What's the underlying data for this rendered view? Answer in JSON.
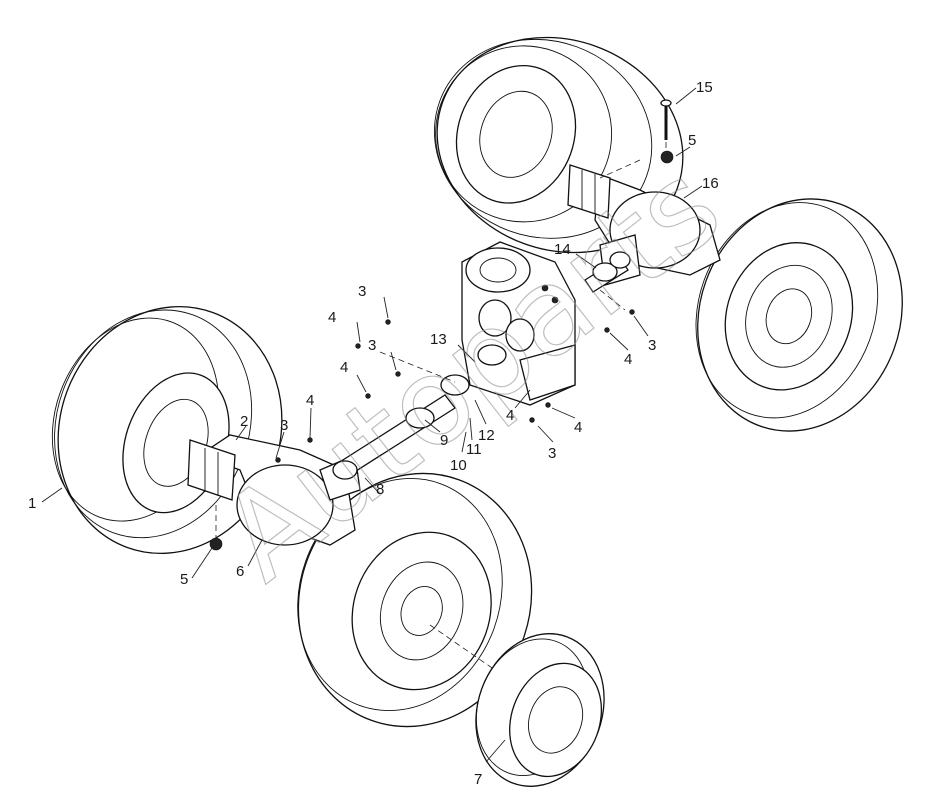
{
  "callouts": [
    {
      "id": "1",
      "text": "1"
    },
    {
      "id": "2",
      "text": "2"
    },
    {
      "id": "3a",
      "text": "3"
    },
    {
      "id": "3b",
      "text": "3"
    },
    {
      "id": "3c",
      "text": "3"
    },
    {
      "id": "3d",
      "text": "3"
    },
    {
      "id": "3e",
      "text": "3"
    },
    {
      "id": "4a",
      "text": "4"
    },
    {
      "id": "4b",
      "text": "4"
    },
    {
      "id": "4c",
      "text": "4"
    },
    {
      "id": "4d",
      "text": "4"
    },
    {
      "id": "4e",
      "text": "4"
    },
    {
      "id": "4f",
      "text": "4"
    },
    {
      "id": "5a",
      "text": "5"
    },
    {
      "id": "5b",
      "text": "5"
    },
    {
      "id": "6",
      "text": "6"
    },
    {
      "id": "7",
      "text": "7"
    },
    {
      "id": "8",
      "text": "8"
    },
    {
      "id": "9",
      "text": "9"
    },
    {
      "id": "10",
      "text": "10"
    },
    {
      "id": "11",
      "text": "11"
    },
    {
      "id": "12",
      "text": "12"
    },
    {
      "id": "13",
      "text": "13"
    },
    {
      "id": "14",
      "text": "14"
    },
    {
      "id": "15",
      "text": "15"
    },
    {
      "id": "16",
      "text": "16"
    }
  ],
  "watermark": "Autoparts"
}
